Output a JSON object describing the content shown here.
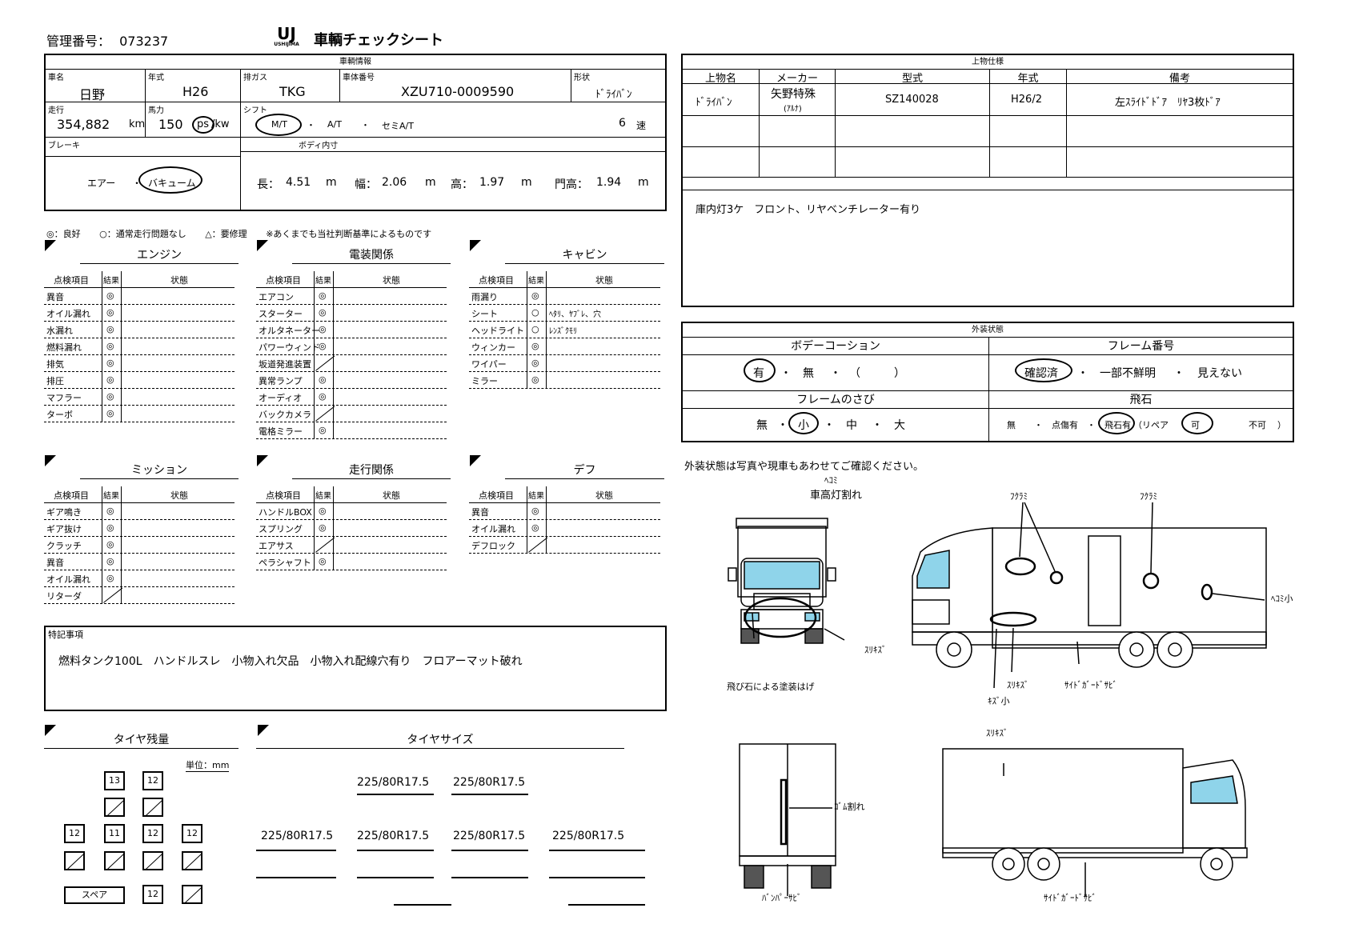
{
  "header": {
    "mgmt_label": "管理番号：",
    "mgmt_no": "073237",
    "logo_text": "UJ",
    "logo_sub": "USHIJIMA",
    "title": "車輌チェックシート"
  },
  "vehicle": {
    "section": "車輌情報",
    "maker_label": "車名",
    "maker": "日野",
    "year_label": "年式",
    "year": "H26",
    "emission_label": "排ガス",
    "emission": "TKG",
    "chassis_label": "車体番号",
    "chassis": "XZU710-0009590",
    "shape_label": "形状",
    "shape": "ﾄﾞﾗｲﾊﾞﾝ",
    "mileage_label": "走行",
    "mileage": "354,882",
    "mileage_unit": "km",
    "power_label": "馬力",
    "power": "150",
    "power_unit_ps": "ps",
    "power_unit_kw": "/kw",
    "shift_label": "シフト",
    "shift_mt": "M/T",
    "shift_at": "A/T",
    "shift_semi": "セミA/T",
    "dot": "・",
    "gears": "6",
    "gears_unit": "速",
    "brake_label": "ブレーキ",
    "brake_air": "エアー",
    "brake_vac": "バキューム",
    "body_label": "ボディ内寸",
    "len_label": "長：",
    "len": "4.51",
    "wid_label": "幅：",
    "wid": "2.06",
    "hei_label": "高：",
    "hei": "1.97",
    "door_label": "門高：",
    "door": "1.94",
    "m": "m"
  },
  "legend": {
    "good": "◎：良好",
    "ok": "○：通常走行問題なし",
    "fix": "△：要修理",
    "note": "※あくまでも当社判断基準によるものです"
  },
  "col": {
    "item": "点検項目",
    "result": "結果",
    "state": "状態"
  },
  "engine": {
    "title": "エンジン",
    "rows": [
      [
        "異音",
        "◎",
        ""
      ],
      [
        "オイル漏れ",
        "◎",
        ""
      ],
      [
        "水漏れ",
        "◎",
        ""
      ],
      [
        "燃料漏れ",
        "◎",
        ""
      ],
      [
        "排気",
        "◎",
        ""
      ],
      [
        "排圧",
        "◎",
        ""
      ],
      [
        "マフラー",
        "◎",
        ""
      ],
      [
        "ターボ",
        "◎",
        ""
      ]
    ]
  },
  "electric": {
    "title": "電装関係",
    "rows": [
      [
        "エアコン",
        "◎",
        ""
      ],
      [
        "スターター",
        "◎",
        ""
      ],
      [
        "オルタネーター",
        "◎",
        ""
      ],
      [
        "パワーウィンド",
        "◎",
        ""
      ],
      [
        "坂道発進装置",
        "",
        ""
      ],
      [
        "異常ランプ",
        "◎",
        ""
      ],
      [
        "オーディオ",
        "◎",
        ""
      ],
      [
        "バックカメラ",
        "",
        ""
      ],
      [
        "電格ミラー",
        "◎",
        ""
      ]
    ]
  },
  "cabin": {
    "title": "キャビン",
    "rows": [
      [
        "雨漏り",
        "◎",
        ""
      ],
      [
        "シート",
        "○",
        "ﾍﾀﾘ、ﾔﾌﾞﾚ、穴"
      ],
      [
        "ヘッドライト",
        "○",
        "ﾚﾝｽﾞｸﾓﾘ"
      ],
      [
        "ウィンカー",
        "◎",
        ""
      ],
      [
        "ワイパー",
        "◎",
        ""
      ],
      [
        "ミラー",
        "◎",
        ""
      ]
    ]
  },
  "mission": {
    "title": "ミッション",
    "rows": [
      [
        "ギア鳴き",
        "◎",
        ""
      ],
      [
        "ギア抜け",
        "◎",
        ""
      ],
      [
        "クラッチ",
        "◎",
        ""
      ],
      [
        "異音",
        "◎",
        ""
      ],
      [
        "オイル漏れ",
        "◎",
        ""
      ],
      [
        "リターダ",
        "",
        ""
      ]
    ]
  },
  "running": {
    "title": "走行関係",
    "rows": [
      [
        "ハンドルBOX",
        "◎",
        ""
      ],
      [
        "スプリング",
        "◎",
        ""
      ],
      [
        "エアサス",
        "",
        ""
      ],
      [
        "ペラシャフト",
        "◎",
        ""
      ]
    ]
  },
  "diff": {
    "title": "デフ",
    "rows": [
      [
        "異音",
        "◎",
        ""
      ],
      [
        "オイル漏れ",
        "◎",
        ""
      ],
      [
        "デフロック",
        "",
        ""
      ]
    ]
  },
  "special": {
    "label": "特記事項",
    "text": "燃料タンク100L　ハンドルスレ　小物入れ欠品　小物入れ配線穴有り　フロアーマット破れ"
  },
  "tire": {
    "remain_title": "タイヤ残量",
    "unit": "単位：mm",
    "size_title": "タイヤサイズ",
    "spare": "スペア",
    "front": [
      "13",
      "12"
    ],
    "rear": [
      "12",
      "11",
      "12",
      "12"
    ],
    "spare_val": "12",
    "sizes_front": [
      "225/80R17.5",
      "225/80R17.5"
    ],
    "sizes_rear": [
      "225/80R17.5",
      "225/80R17.5",
      "225/80R17.5",
      "225/80R17.5"
    ]
  },
  "upper": {
    "section": "上物仕様",
    "h_name": "上物名",
    "h_maker": "メーカー",
    "h_model": "型式",
    "h_year": "年式",
    "h_note": "備考",
    "name": "ﾄﾞﾗｲﾊﾞﾝ",
    "maker": "矢野特殊",
    "maker_sub": "(ｱﾙﾅ)",
    "model": "SZ140028",
    "year": "H26/2",
    "note": "左ｽﾗｲﾄﾞﾄﾞｱ　ﾘﾔ3枚ﾄﾞｱ",
    "remarks": "庫内灯3ケ　フロント、リヤベンチレーター有り"
  },
  "exterior": {
    "section": "外装状態",
    "deco": "ボデーコーション",
    "deco_yes": "有",
    "deco_no": "無",
    "deco_paren": "（　　　）",
    "frame_no": "フレーム番号",
    "fn_ok": "確認済",
    "fn_part": "一部不鮮明",
    "fn_none": "見えない",
    "rust": "フレームのさび",
    "r_none": "無",
    "r_small": "小",
    "r_mid": "中",
    "r_big": "大",
    "chip": "飛石",
    "c_none": "無",
    "c_dmg": "点傷有",
    "c_chip": "飛石有",
    "c_repair": "（リペア",
    "c_ok": "可",
    "c_ng": "不可",
    "c_close": "）",
    "dot": "・"
  },
  "diagram": {
    "intro": "外装状態は写真や現車もあわせてご確認ください。",
    "n_hekomi_top": "ﾍｺﾐ",
    "n_light": "車高灯割れ",
    "n_fukurami1": "ﾌｸﾗﾐ",
    "n_fukurami2": "ﾌｸﾗﾐ",
    "n_hekomi_small": "ﾍｺﾐ小",
    "n_suri1": "ｽﾘｷｽﾞ",
    "n_tobi": "飛び石による塗装はげ",
    "n_suri2": "ｽﾘｷｽﾞ",
    "n_kizu": "ｷｽﾞ小",
    "n_guard1": "ｻｲﾄﾞｶﾞｰﾄﾞｻﾋﾞ",
    "n_suri3": "ｽﾘｷｽﾞ",
    "n_rubber": "ｺﾞﾑ割れ",
    "n_bumper": "ﾊﾞﾝﾊﾟｰｻﾋﾞ",
    "n_guard2": "ｻｲﾄﾞｶﾞｰﾄﾞｻﾋﾞ"
  }
}
